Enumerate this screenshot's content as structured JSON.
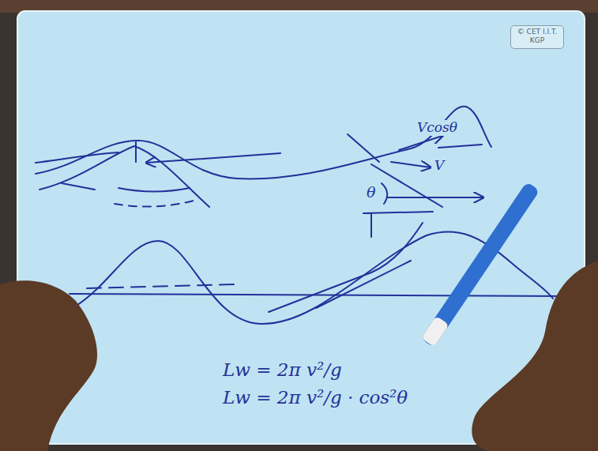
{
  "diagram": {
    "nodes": [
      {
        "text": [
          "© CET I.I.T. KGP"
        ]
      }
    ],
    "labels": [
      "Vcosθ",
      "V",
      "θ",
      "Lw = 2π v²/g",
      "Lw = 2π v²/g · cos²θ"
    ]
  }
}
